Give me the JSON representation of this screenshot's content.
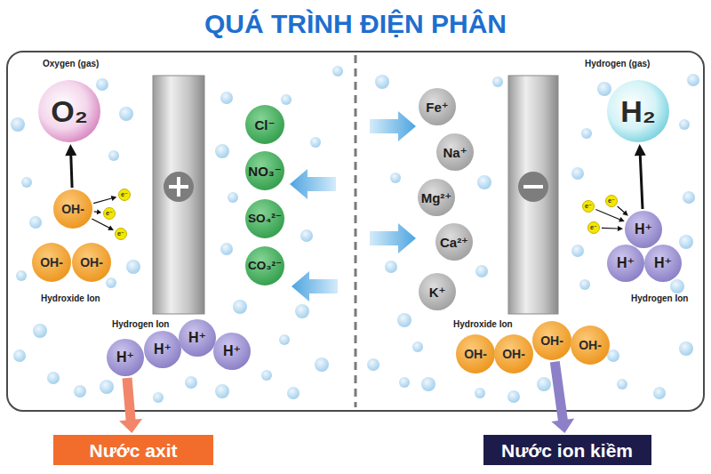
{
  "diagram": {
    "title": "QUÁ TRÌNH ĐIỆN PHÂN",
    "nodes": [
      {
        "text": [
          "O₂"
        ]
      },
      {
        "text": [
          "OH-"
        ]
      },
      {
        "text": [
          "e⁻"
        ]
      },
      {
        "text": [
          "e⁻"
        ]
      },
      {
        "text": [
          "e⁻"
        ]
      },
      {
        "text": [
          "OH-"
        ]
      },
      {
        "text": [
          "OH-"
        ]
      },
      {
        "text": [
          "Cl⁻"
        ]
      },
      {
        "text": [
          "NO₃⁻"
        ]
      },
      {
        "text": [
          "SO₄²⁻"
        ]
      },
      {
        "text": [
          "CO₃²⁻"
        ]
      },
      {
        "text": [
          "Fe⁺"
        ]
      },
      {
        "text": [
          "Na⁺"
        ]
      },
      {
        "text": [
          "Mg²⁺"
        ]
      },
      {
        "text": [
          "Ca²⁺"
        ]
      },
      {
        "text": [
          "K⁺"
        ]
      },
      {
        "text": [
          "H₂"
        ]
      },
      {
        "text": [
          "e⁻"
        ]
      },
      {
        "text": [
          "e⁻"
        ]
      },
      {
        "text": [
          "e⁻"
        ]
      },
      {
        "text": [
          "H⁺"
        ]
      },
      {
        "text": [
          "H⁺"
        ]
      },
      {
        "text": [
          "H⁺"
        ]
      },
      {
        "text": [
          "H⁺"
        ]
      },
      {
        "text": [
          "H⁺"
        ]
      },
      {
        "text": [
          "H⁺"
        ]
      },
      {
        "text": [
          "H⁺"
        ]
      },
      {
        "text": [
          "OH-"
        ]
      },
      {
        "text": [
          "OH-"
        ]
      },
      {
        "text": [
          "OH-"
        ]
      },
      {
        "text": [
          "OH-"
        ]
      },
      {
        "text": [
          "Nước axit"
        ]
      },
      {
        "text": [
          "Nước ion kiềm"
        ]
      }
    ],
    "edges": [
      {
        "from": 1,
        "to": 0,
        "arrow": "to"
      },
      {
        "from": 1,
        "to": 2,
        "arrow": "to"
      },
      {
        "from": 1,
        "to": 3,
        "arrow": "to"
      },
      {
        "from": 1,
        "to": 4,
        "arrow": "to"
      },
      {
        "from": 17,
        "to": 20,
        "arrow": "to"
      },
      {
        "from": 18,
        "to": 20,
        "arrow": "to"
      },
      {
        "from": 19,
        "to": 20,
        "arrow": "to"
      },
      {
        "from": 20,
        "to": 16,
        "arrow": "to"
      },
      {
        "from": 23,
        "to": 31,
        "arrow": "to"
      },
      {
        "from": 29,
        "to": 32,
        "arrow": "to"
      }
    ],
    "labels": [
      "Oxygen (gas)",
      "Hydroxide Ion",
      "Hydrogen Ion",
      "Hydrogen (gas)",
      "Hydrogen Ion",
      "Hydroxide Ion"
    ]
  }
}
